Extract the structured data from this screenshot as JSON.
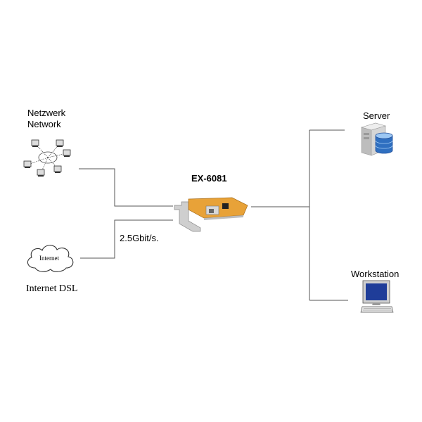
{
  "network": {
    "label_de": "Netzwerk",
    "label_en": "Network",
    "icon": "network-hub-icon"
  },
  "internet": {
    "cloud_text": "Internet",
    "label": "Internet DSL",
    "icon": "cloud-icon"
  },
  "card": {
    "model": "EX-6081",
    "icon": "pcie-network-card-icon"
  },
  "link_speed": "2.5Gbit/s.",
  "server": {
    "label": "Server",
    "icon": "server-icon"
  },
  "workstation": {
    "label": "Workstation",
    "icon": "workstation-icon"
  },
  "colors": {
    "line": "#555555",
    "pcb": "#e8a238",
    "bracket": "#c9c9c9"
  }
}
